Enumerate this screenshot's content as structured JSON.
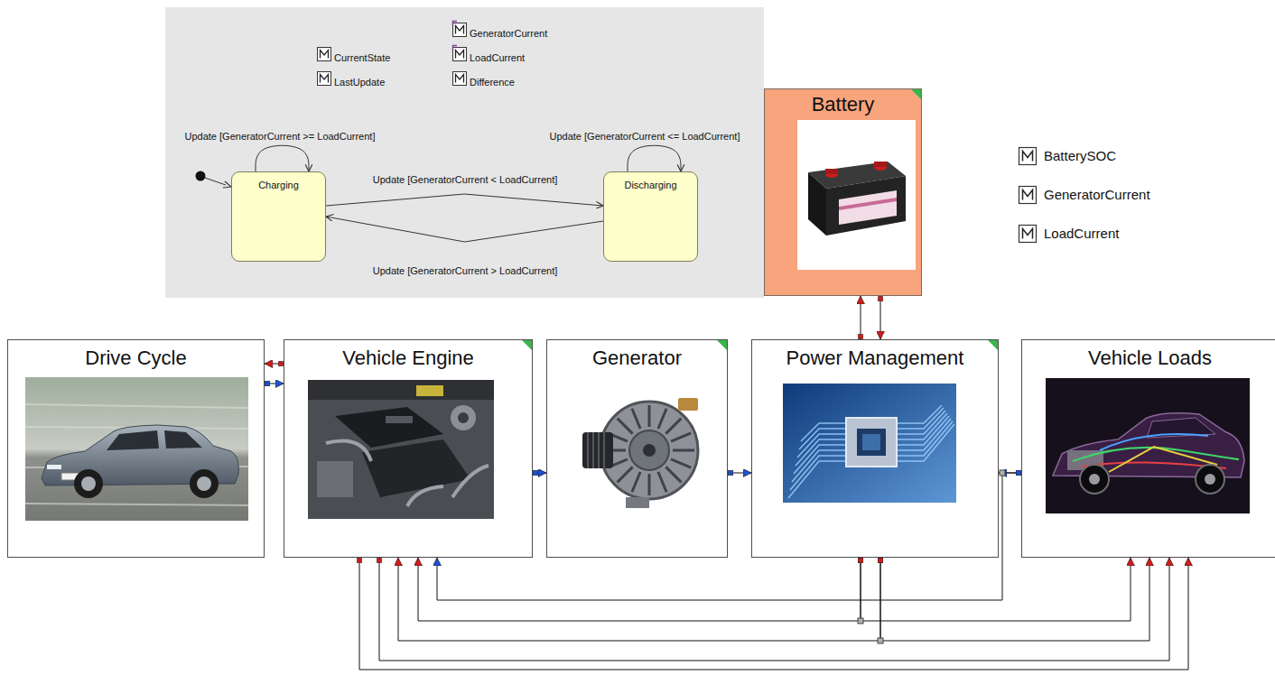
{
  "diagram": {
    "nodes": [
      {
        "text": [
          "GeneratorCurrent",
          "CurrentState",
          "LoadCurrent",
          "LastUpdate",
          "Difference"
        ]
      },
      {
        "text": [
          "Charging"
        ],
        "in": 0
      },
      {
        "text": [
          "Discharging"
        ],
        "in": 0
      },
      {
        "text": [
          "Battery"
        ]
      },
      {
        "text": [
          "Drive Cycle"
        ]
      },
      {
        "text": [
          "Vehicle Engine"
        ]
      },
      {
        "text": [
          "Generator"
        ]
      },
      {
        "text": [
          "Power Management"
        ]
      },
      {
        "text": [
          "Vehicle Loads"
        ]
      }
    ],
    "edges": [
      {
        "from": 1,
        "to": 1,
        "arrow": "to",
        "label": "Update [GeneratorCurrent >= LoadCurrent]"
      },
      {
        "from": 1,
        "to": 2,
        "arrow": "to",
        "label": "Update [GeneratorCurrent < LoadCurrent]"
      },
      {
        "from": 2,
        "to": 1,
        "arrow": "to",
        "label": "Update [GeneratorCurrent > LoadCurrent]"
      },
      {
        "from": 2,
        "to": 2,
        "arrow": "to",
        "label": "Update [GeneratorCurrent <= LoadCurrent]"
      },
      {
        "from": 5,
        "to": 4,
        "arrow": "to"
      },
      {
        "from": 4,
        "to": 5,
        "arrow": "to"
      },
      {
        "from": 5,
        "to": 6,
        "arrow": "to"
      },
      {
        "from": 6,
        "to": 7,
        "arrow": "to"
      },
      {
        "from": 8,
        "to": 7,
        "arrow": "to"
      },
      {
        "from": 8,
        "to": 5,
        "arrow": "to"
      },
      {
        "from": 7,
        "to": 3,
        "arrow": "to"
      },
      {
        "from": 3,
        "to": 7,
        "arrow": "to"
      },
      {
        "from": 7,
        "to": 5,
        "arrow": "to"
      },
      {
        "from": 7,
        "to": 8,
        "arrow": "to"
      },
      {
        "from": 7,
        "to": 5,
        "arrow": "to"
      },
      {
        "from": 7,
        "to": 8,
        "arrow": "to"
      },
      {
        "from": 5,
        "to": 8,
        "arrow": "to"
      },
      {
        "from": 5,
        "to": 8,
        "arrow": "to"
      }
    ],
    "labels": [
      "BatterySOC",
      "GeneratorCurrent",
      "LoadCurrent"
    ]
  }
}
